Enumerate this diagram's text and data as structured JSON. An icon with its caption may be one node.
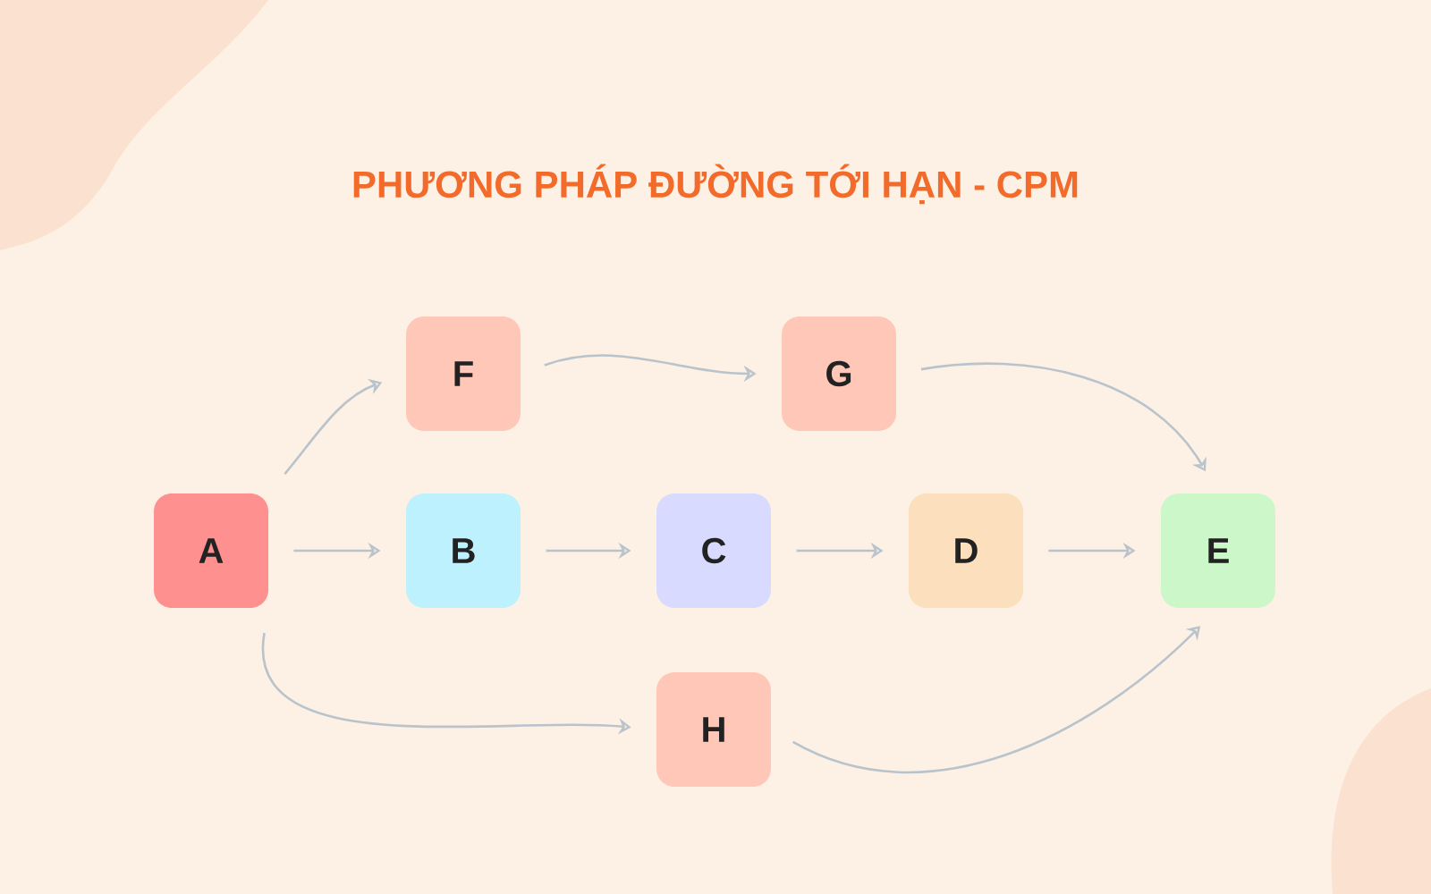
{
  "diagram": {
    "title": "PHƯƠNG PHÁP ĐƯỜNG TỚI HẠN - CPM",
    "nodes": [
      {
        "text": [
          "F"
        ]
      },
      {
        "text": [
          "G"
        ]
      },
      {
        "text": [
          "A"
        ]
      },
      {
        "text": [
          "B"
        ]
      },
      {
        "text": [
          "C"
        ]
      },
      {
        "text": [
          "D"
        ]
      },
      {
        "text": [
          "E"
        ]
      },
      {
        "text": [
          "H"
        ]
      }
    ],
    "edges": [
      {
        "from": 2,
        "to": 0,
        "arrow": "to"
      },
      {
        "from": 0,
        "to": 1,
        "arrow": "to"
      },
      {
        "from": 1,
        "to": 6,
        "arrow": "to"
      },
      {
        "from": 2,
        "to": 3,
        "arrow": "to"
      },
      {
        "from": 3,
        "to": 4,
        "arrow": "to"
      },
      {
        "from": 4,
        "to": 5,
        "arrow": "to"
      },
      {
        "from": 5,
        "to": 6,
        "arrow": "to"
      },
      {
        "from": 2,
        "to": 7,
        "arrow": "to"
      },
      {
        "from": 7,
        "to": 6,
        "arrow": "to"
      }
    ]
  }
}
